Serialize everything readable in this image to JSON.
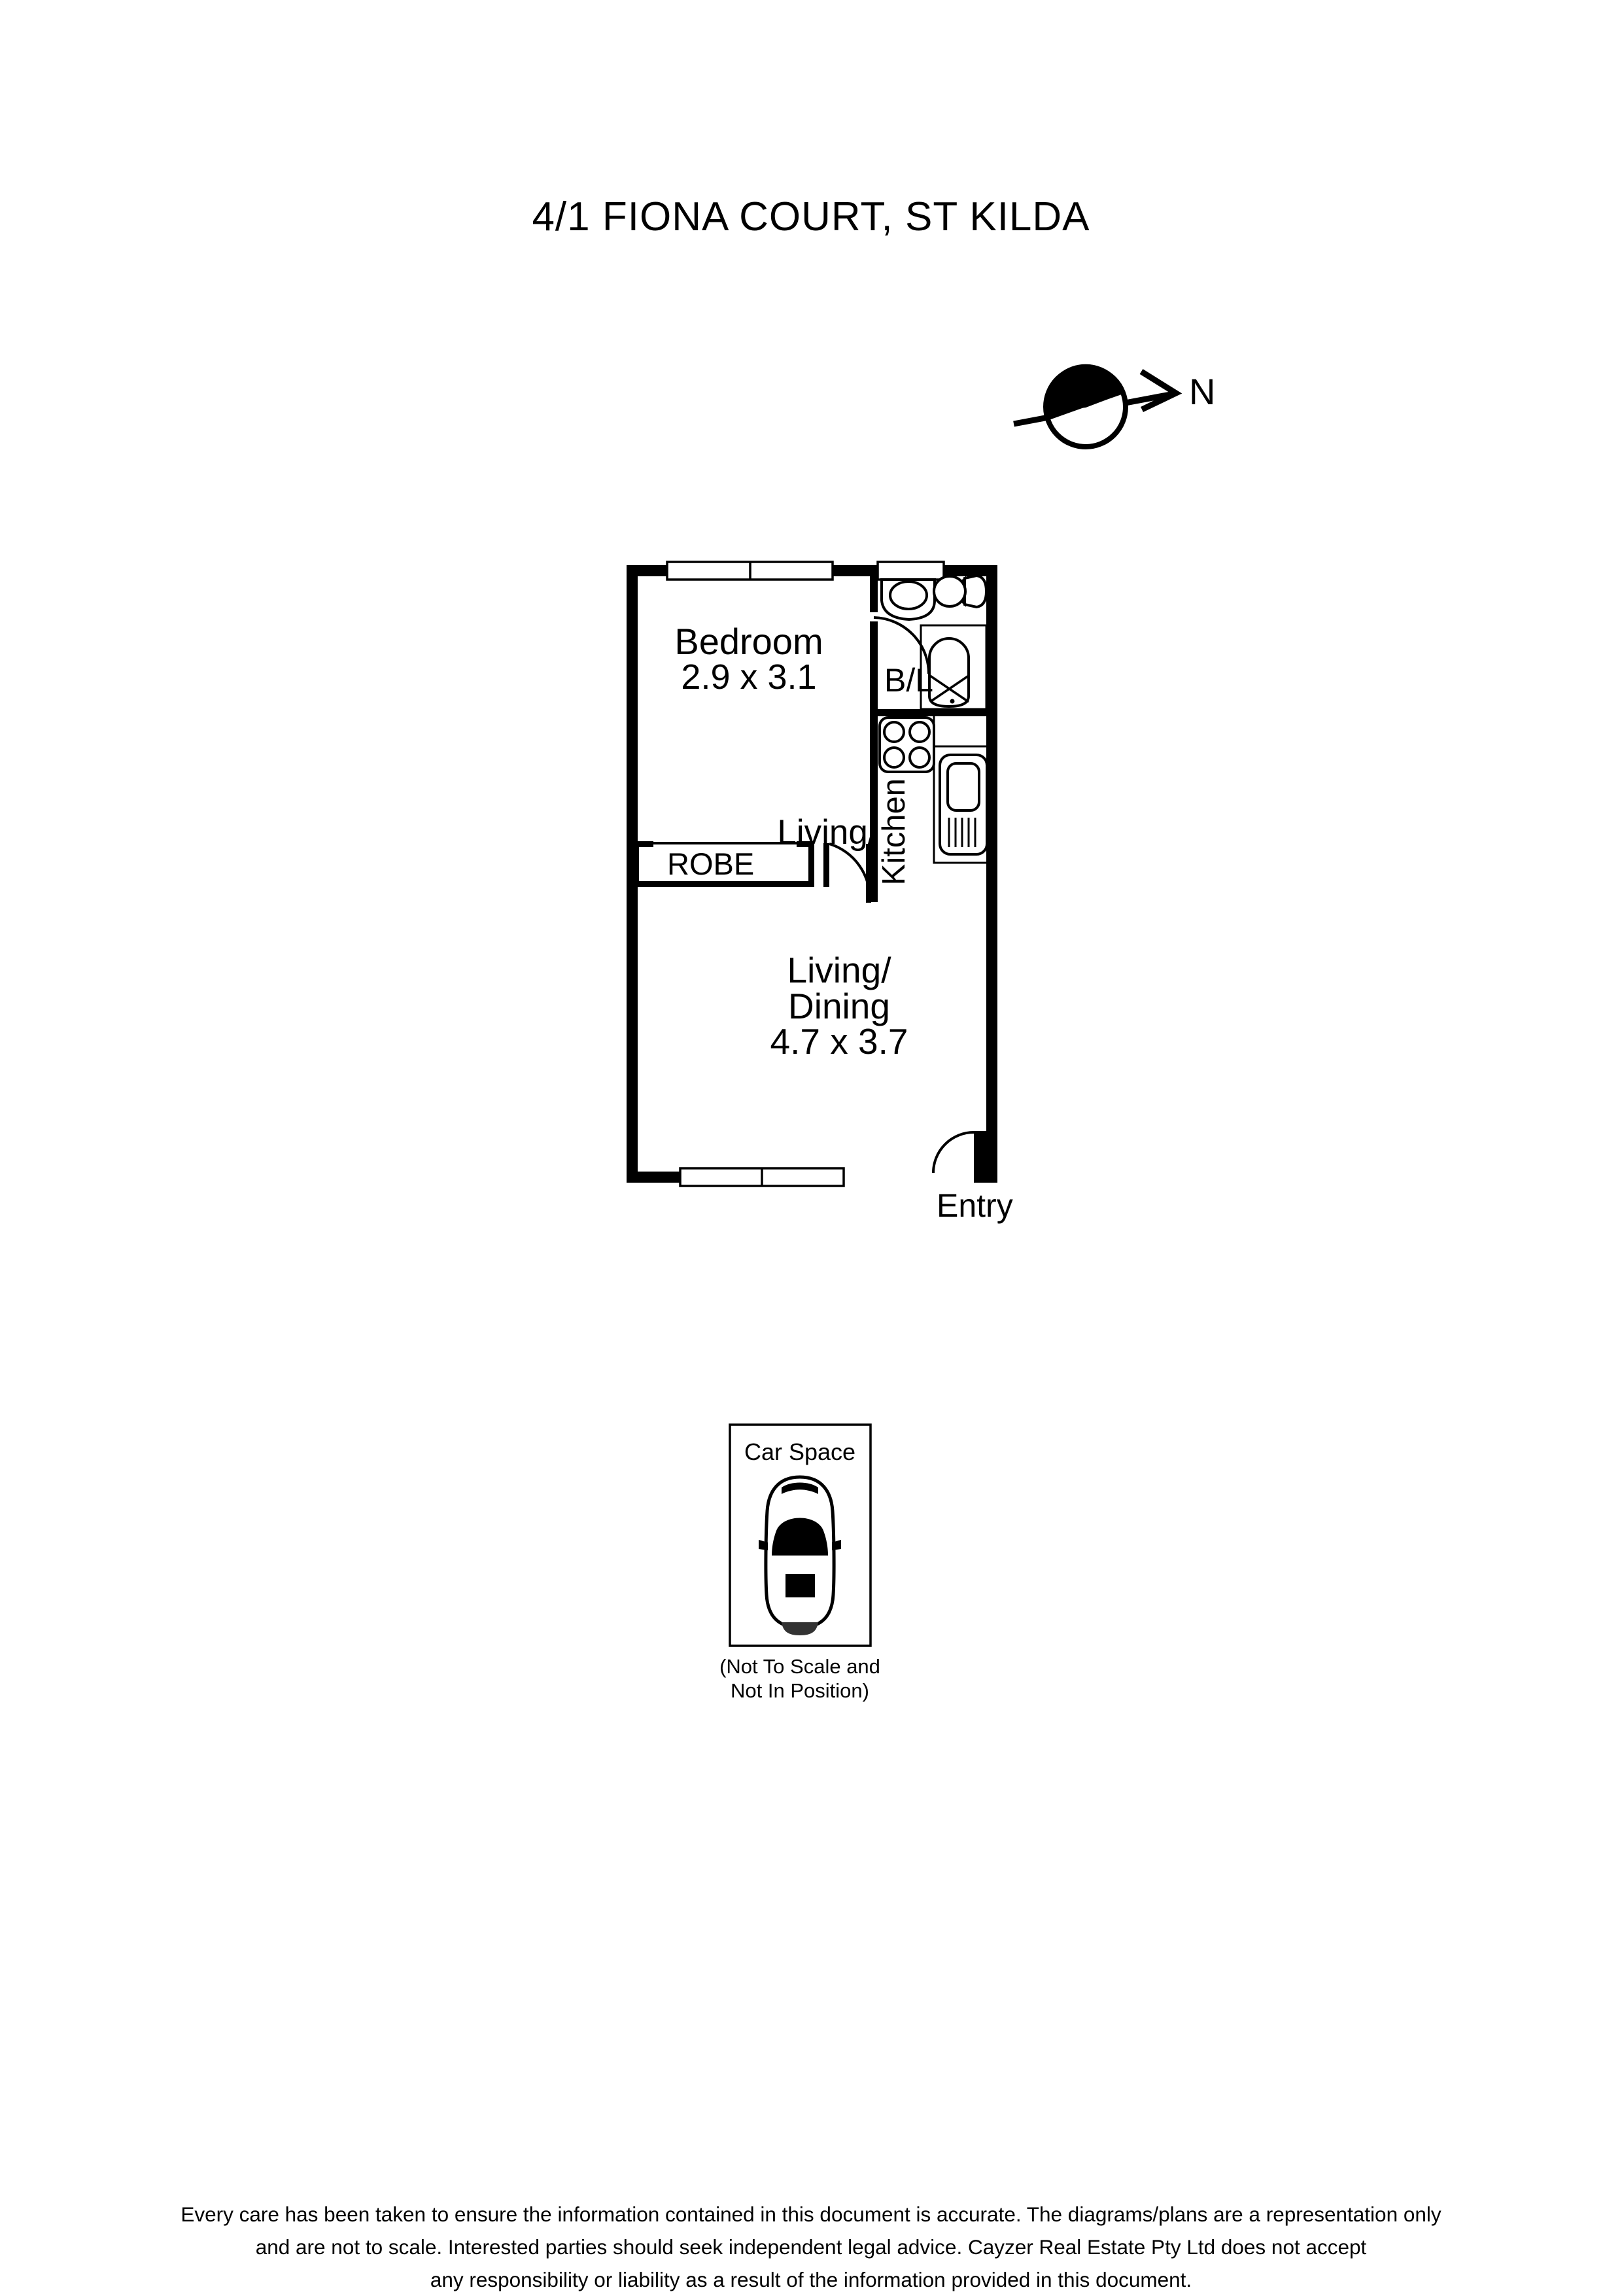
{
  "document": {
    "title": "4/1 FIONA COURT, ST KILDA",
    "type": "real-estate-floor-plan"
  },
  "compass": {
    "label": "N",
    "icon": "north-arrow-icon"
  },
  "plan": {
    "rooms": [
      {
        "key": "bedroom",
        "name": "Bedroom",
        "dimensions": "2.9 x 3.1"
      },
      {
        "key": "living_dining",
        "name_line1": "Living/",
        "name_line2": "Dining",
        "dimensions": "4.7 x 3.7"
      },
      {
        "key": "kitchen",
        "name": "Kitchen"
      },
      {
        "key": "bathroom_laundry",
        "name": "B/L"
      },
      {
        "key": "robe",
        "name": "ROBE"
      },
      {
        "key": "entry",
        "name": "Entry"
      }
    ],
    "fixtures": [
      {
        "key": "vanity",
        "icon": "vanity-basin-icon"
      },
      {
        "key": "toilet",
        "icon": "toilet-icon"
      },
      {
        "key": "bath",
        "icon": "bath-shower-icon"
      },
      {
        "key": "cooktop",
        "icon": "cooktop-four-burner-icon"
      },
      {
        "key": "sink",
        "icon": "kitchen-sink-icon"
      }
    ],
    "openings": [
      {
        "key": "bedroom_window",
        "icon": "window-icon"
      },
      {
        "key": "bathroom_window",
        "icon": "window-icon"
      },
      {
        "key": "living_window",
        "icon": "window-icon"
      },
      {
        "key": "bedroom_door",
        "icon": "door-swing-icon"
      },
      {
        "key": "bathroom_door",
        "icon": "door-swing-icon"
      },
      {
        "key": "entry_door",
        "icon": "door-swing-icon"
      }
    ]
  },
  "car_space": {
    "label": "Car Space",
    "icon": "car-top-view-icon",
    "note_line1": "(Not To Scale and",
    "note_line2": "Not In Position)"
  },
  "footer": {
    "line1": "Every care has been taken to ensure the information contained in this document is accurate. The diagrams/plans are a representation only",
    "line2": "and are not to scale. Interested parties should seek independent legal advice. Cayzer Real Estate Pty Ltd does not accept",
    "line3": "any responsibility or liability as a result of the information provided in this document."
  },
  "colors": {
    "ink": "#000000",
    "paper": "#ffffff"
  }
}
